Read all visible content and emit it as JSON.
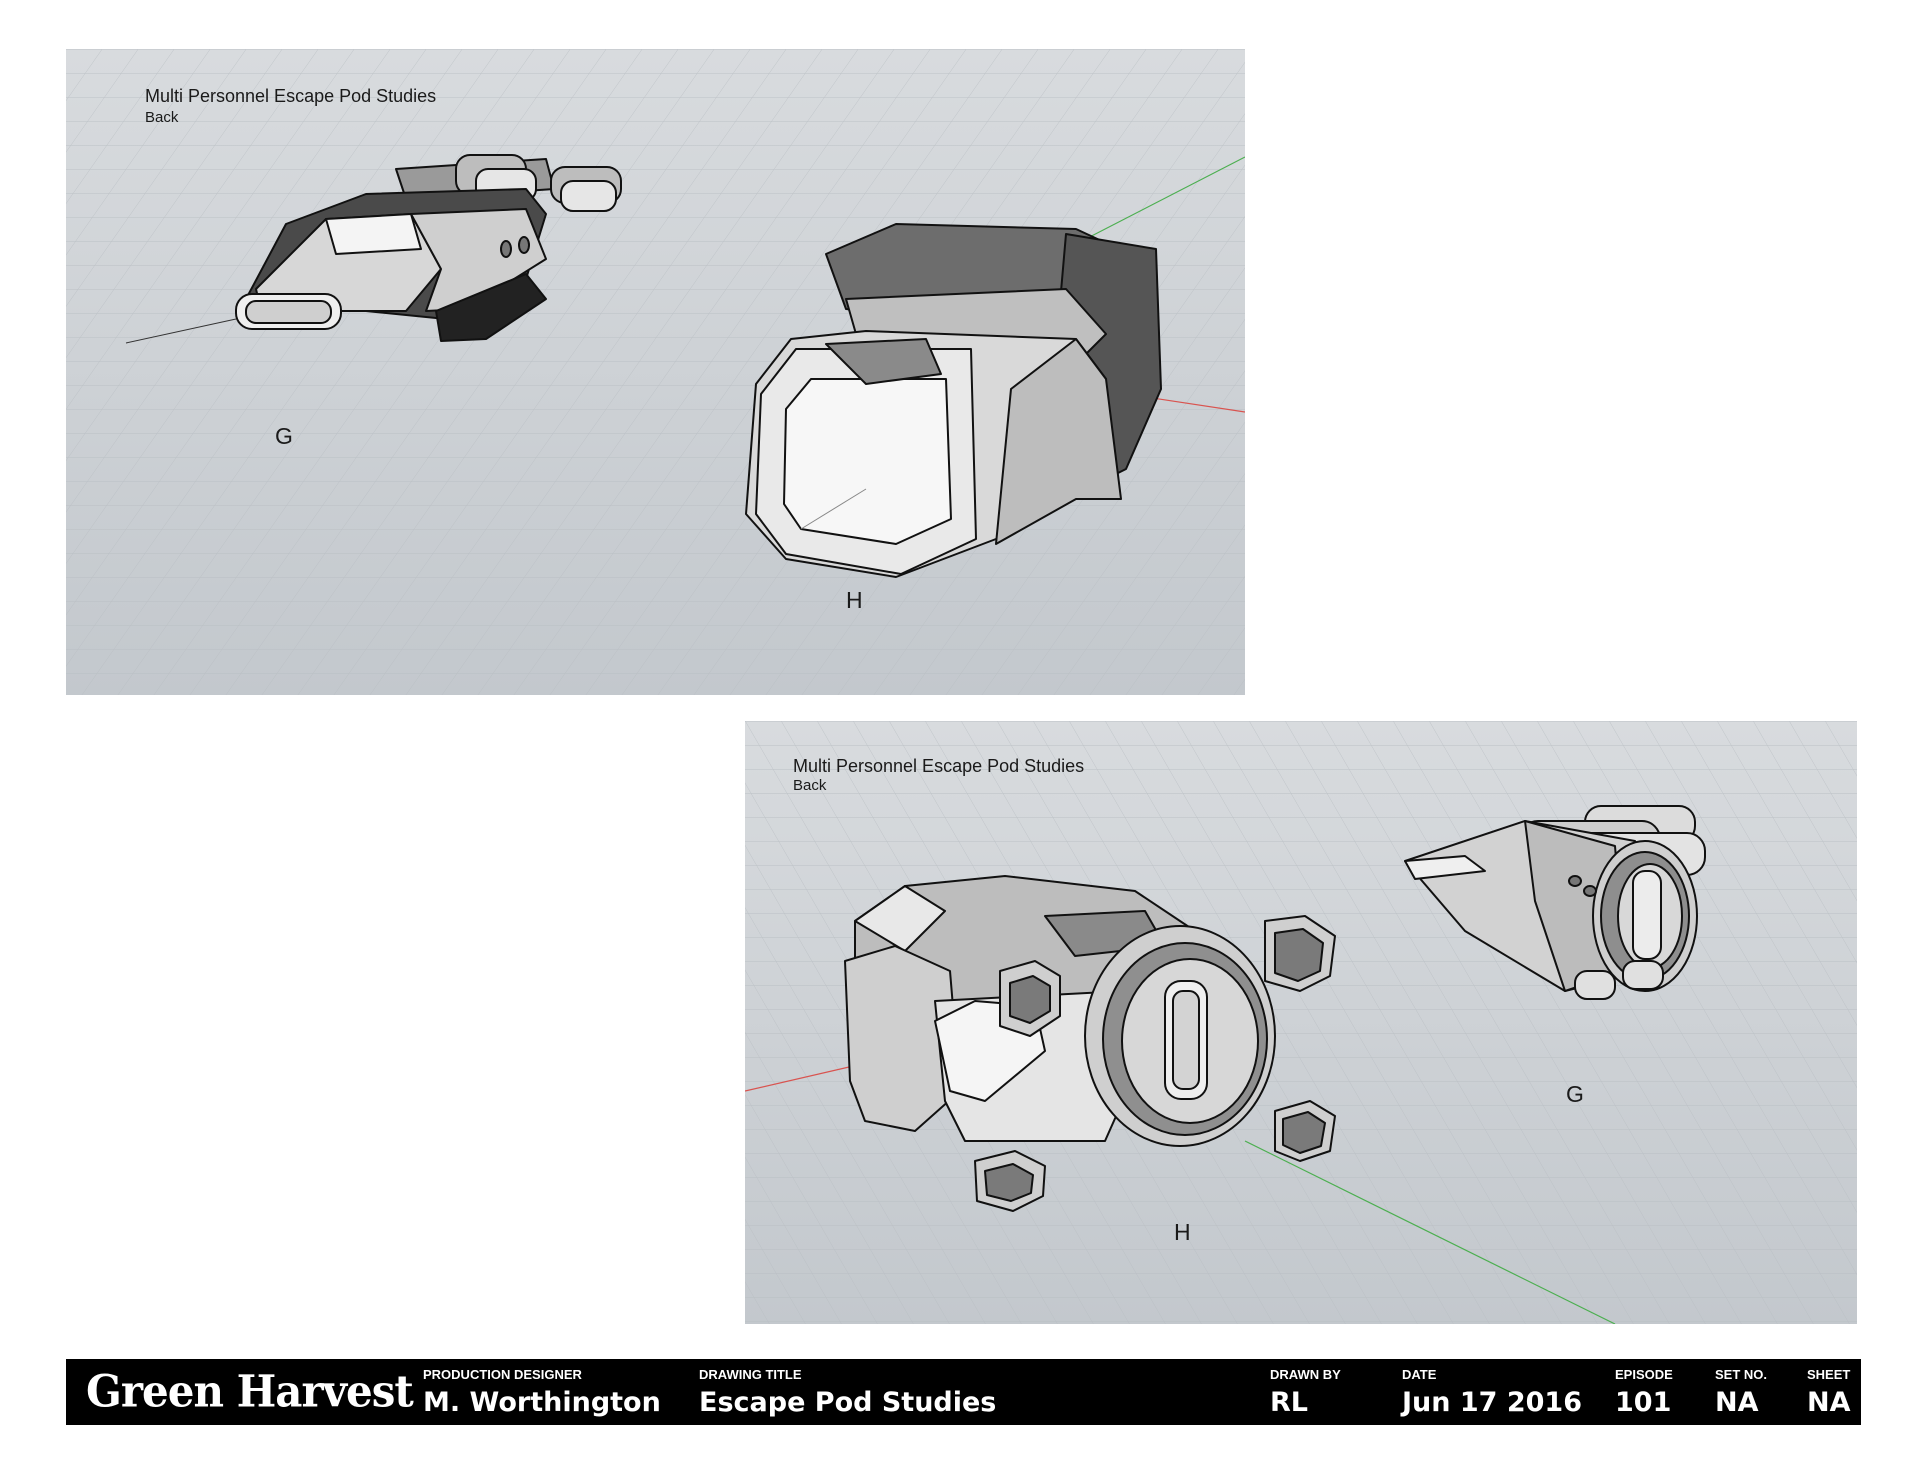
{
  "viewports": [
    {
      "title": "Multi Personnel Escape Pod Studies",
      "subtitle": "Back",
      "labels": [
        "G",
        "H"
      ]
    },
    {
      "title": "Multi Personnel Escape Pod Studies",
      "subtitle": "Back",
      "labels": [
        "G",
        "H"
      ]
    }
  ],
  "title_block": {
    "brand": "Green Harvest",
    "production_designer_label": "PRODUCTION DESIGNER",
    "production_designer": "M. Worthington",
    "drawing_title_label": "DRAWING TITLE",
    "drawing_title": "Escape Pod Studies",
    "drawn_by_label": "DRAWN BY",
    "drawn_by": "RL",
    "date_label": "DATE",
    "date": "Jun 17 2016",
    "episode_label": "EPISODE",
    "episode": "101",
    "set_no_label": "SET NO.",
    "set_no": "NA",
    "sheet_label": "SHEET",
    "sheet": "NA"
  },
  "colors": {
    "viewport_bg": "#c9cdd1",
    "grid": "#b6bbc0",
    "axis_x": "#d9534f",
    "axis_y": "#4caf50",
    "title_block_bg": "#000000"
  }
}
